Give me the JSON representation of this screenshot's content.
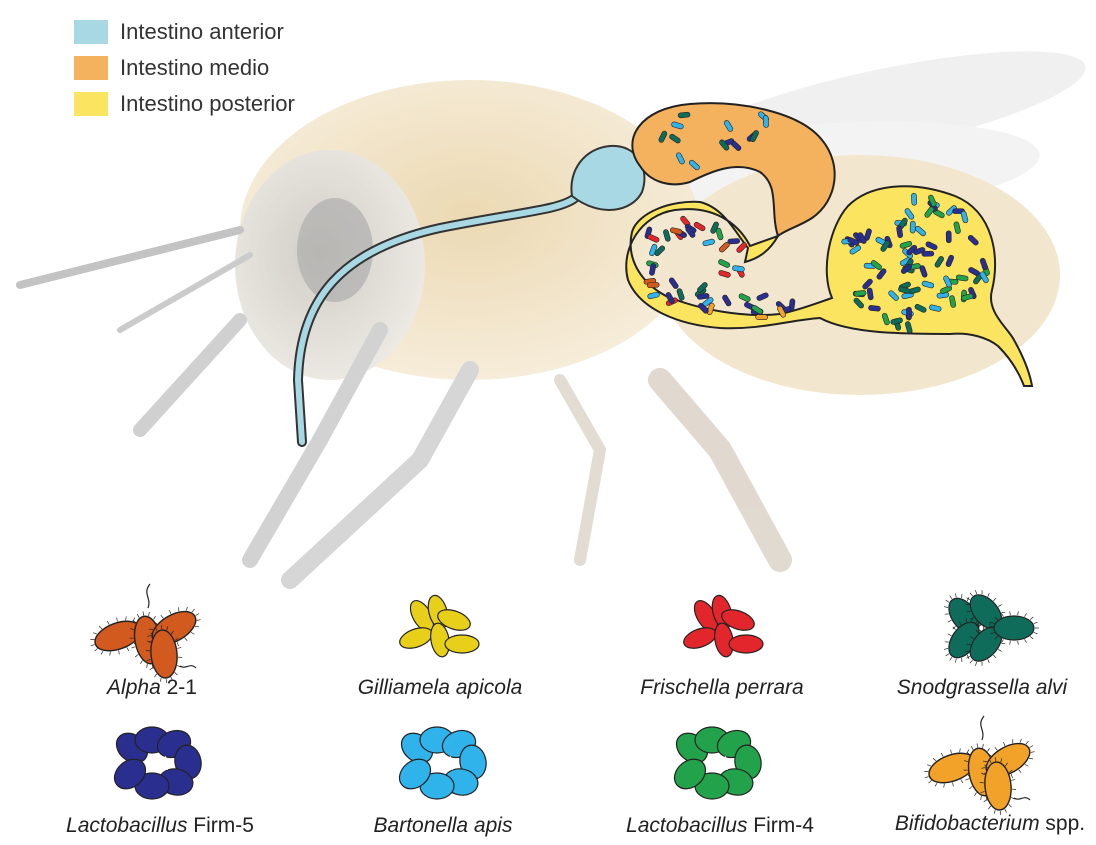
{
  "legend": {
    "items": [
      {
        "label": "Intestino anterior",
        "color": "#a8d8e4"
      },
      {
        "label": "Intestino medio",
        "color": "#f4b25f"
      },
      {
        "label": "Intestino posterior",
        "color": "#fbe560"
      }
    ]
  },
  "bacteria": [
    {
      "italic": "Alpha",
      "plain": " 2-1",
      "color": "#d35a1e",
      "icon": "rod-cluster-flagellated-icon"
    },
    {
      "italic": "Gilliamela apicola",
      "plain": "",
      "color": "#e8cf19",
      "icon": "oval-cluster-icon"
    },
    {
      "italic": "Frischella perrara",
      "plain": "",
      "color": "#e3262b",
      "icon": "oval-cluster-icon"
    },
    {
      "italic": "Snodgrassella alvi",
      "plain": "",
      "color": "#0f6b5a",
      "icon": "chevron-rods-icon"
    },
    {
      "italic": "Lactobacillus",
      "plain": " Firm-5",
      "color": "#2a2f8f",
      "icon": "ring-chain-icon"
    },
    {
      "italic": "Bartonella apis",
      "plain": "",
      "color": "#2fb3ea",
      "icon": "ring-chain-icon"
    },
    {
      "italic": "Lactobacillus",
      "plain": " Firm-4",
      "color": "#22a24a",
      "icon": "ring-chain-icon"
    },
    {
      "italic": "Bifidobacterium",
      "plain": " spp.",
      "color": "#f2a129",
      "icon": "rod-cluster-flagellated-icon"
    }
  ]
}
